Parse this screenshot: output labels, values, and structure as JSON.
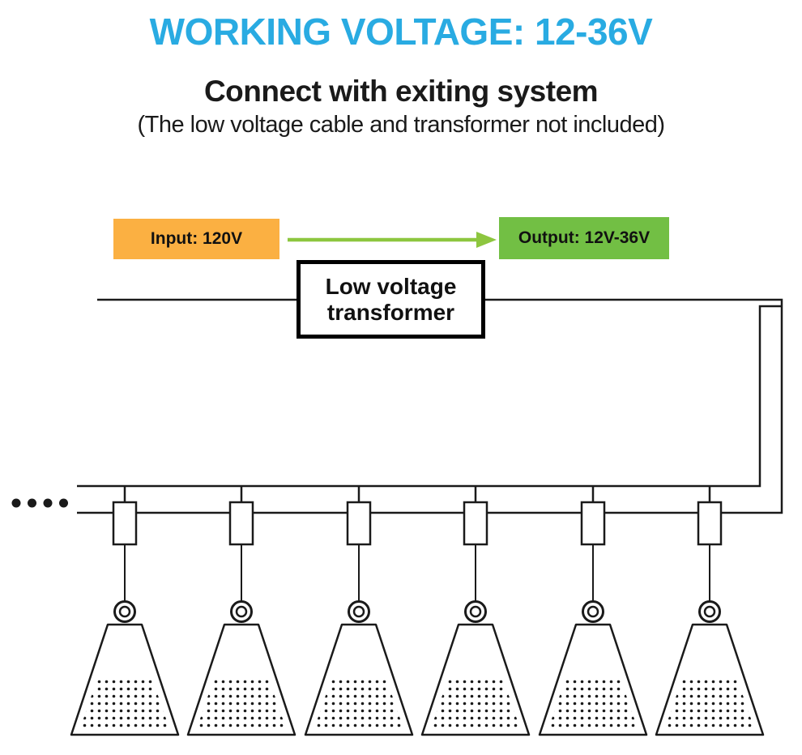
{
  "header": {
    "title": "WORKING VOLTAGE: 12-36V",
    "subtitle": "Connect with exiting system",
    "note": "(The low voltage cable and transformer not included)"
  },
  "diagram": {
    "input_label": "Input: 120V",
    "output_label": "Output: 12V-36V",
    "transformer_line1": "Low voltage",
    "transformer_line2": "transformer",
    "lamp_count": 6
  },
  "colors": {
    "title": "#29abe2",
    "input_bg": "#fbb042",
    "output_bg": "#72bf44",
    "arrow": "#8dc63f",
    "wire": "#1a1a1a",
    "text": "#1a1a1a"
  }
}
